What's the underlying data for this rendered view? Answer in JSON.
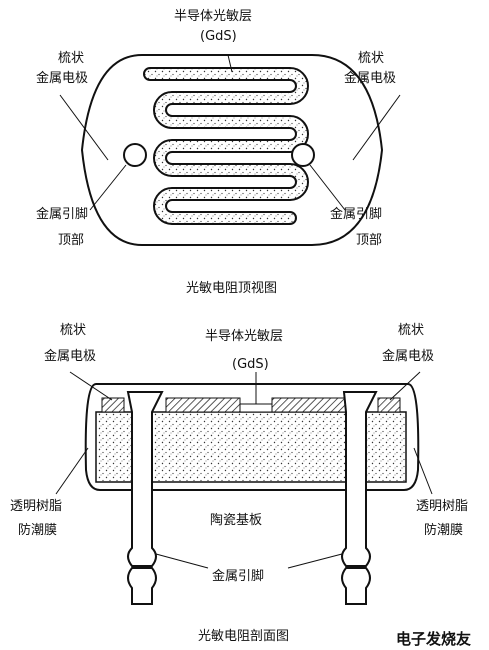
{
  "top_view": {
    "semiconductor_label": "半导体光敏层",
    "gds_label": "(GdS)",
    "left_electrode_label": [
      "梳状",
      "金属电极"
    ],
    "right_electrode_label": [
      "梳状",
      "金属电极"
    ],
    "left_lead_label": [
      "金属引脚",
      "顶部"
    ],
    "right_lead_label": [
      "金属引脚",
      "顶部"
    ],
    "caption": "光敏电阻顶视图"
  },
  "cross_section": {
    "left_electrode_label": [
      "梳状",
      "金属电极"
    ],
    "right_electrode_label": [
      "梳状",
      "金属电极"
    ],
    "semiconductor_label": "半导体光敏层",
    "gds_label": "(GdS)",
    "left_resin_label": [
      "透明树脂",
      "防潮膜"
    ],
    "right_resin_label": [
      "透明树脂",
      "防潮膜"
    ],
    "substrate_label": "陶瓷基板",
    "lead_label": "金属引脚",
    "caption": "光敏电阻剖面图"
  },
  "watermark": {
    "text": "电子发烧友",
    "color": "#d63a5a"
  }
}
